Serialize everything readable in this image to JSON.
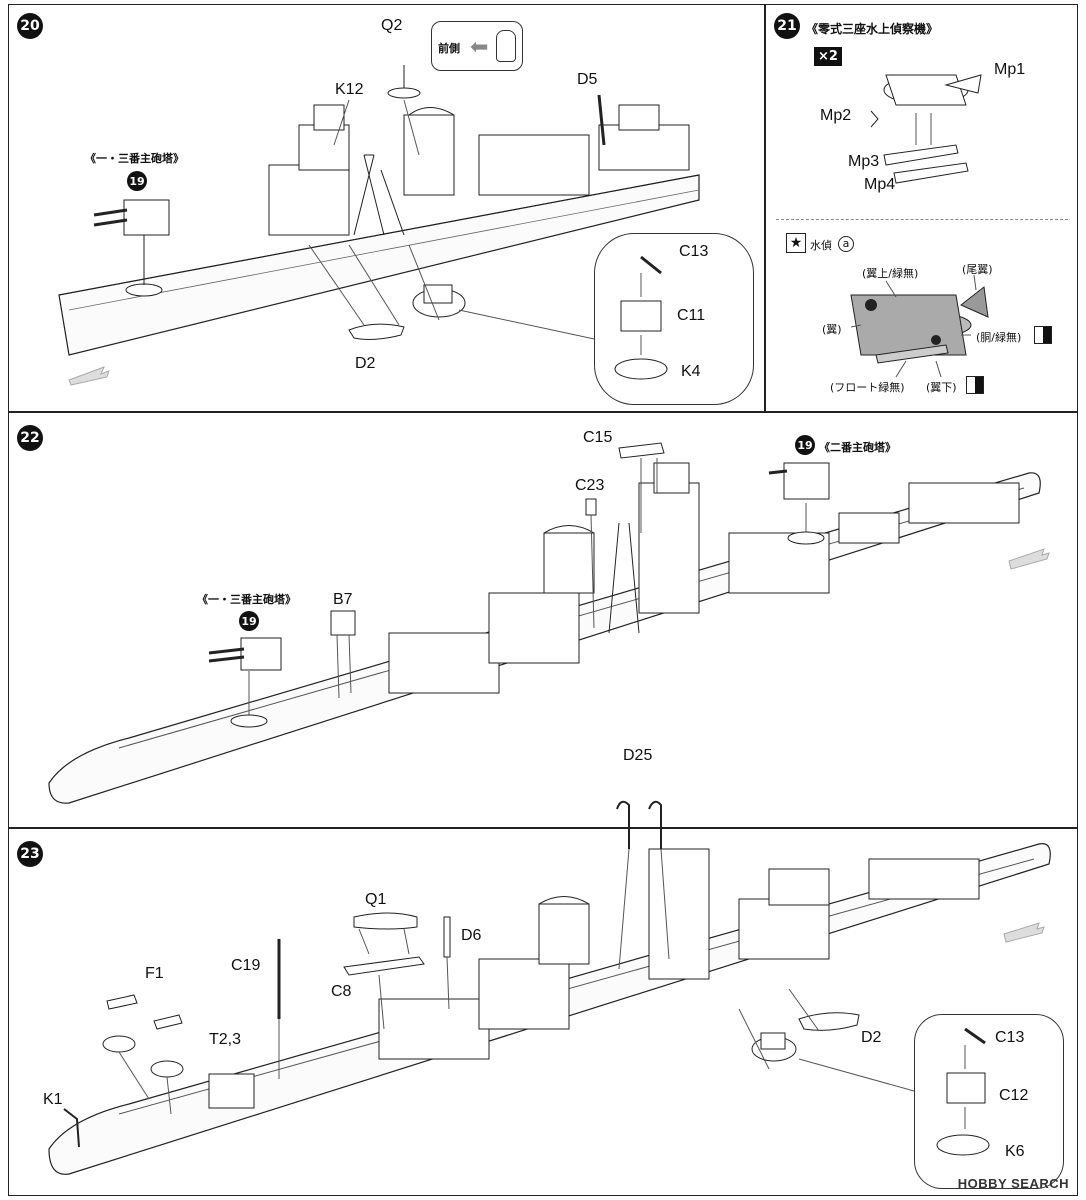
{
  "steps": {
    "s20": {
      "number": "20"
    },
    "s21": {
      "number": "21"
    },
    "s22": {
      "number": "22"
    },
    "s23": {
      "number": "23"
    }
  },
  "panel20": {
    "front_label": "前側",
    "turret_note": "《一・三番主砲塔》",
    "turret_ref": "19",
    "parts": {
      "q2": "Q2",
      "k12": "K12",
      "d5": "D5",
      "d2": "D2",
      "c13": "C13",
      "c11": "C11",
      "k4": "K4"
    }
  },
  "panel21": {
    "title": "《零式三座水上偵察機》",
    "multiplier": "×2",
    "parts": {
      "mp1": "Mp1",
      "mp2": "Mp2",
      "mp3": "Mp3",
      "mp4": "Mp4"
    },
    "paint": {
      "decal_note": "水偵",
      "decal_ref": "a",
      "wing_upper": "(翼上/緑無)",
      "tail": "(尾翼)",
      "wing": "(翼)",
      "fuselage": "(胴/緑無)",
      "float": "(フロート緑無)",
      "wing_lower": "(翼下)"
    }
  },
  "panel22": {
    "turret_note_front": "《一・三番主砲塔》",
    "turret_ref": "19",
    "turret_note_second": "《二番主砲塔》",
    "parts": {
      "c15": "C15",
      "c23": "C23",
      "b7": "B7"
    }
  },
  "panel23": {
    "parts": {
      "d25": "D25",
      "q1": "Q1",
      "d6": "D6",
      "c19": "C19",
      "c8": "C8",
      "f1": "F1",
      "t23": "T2,3",
      "k1": "K1",
      "d2": "D2",
      "c13": "C13",
      "c12": "C12",
      "k6": "K6"
    }
  },
  "watermark": "HOBBY SEARCH"
}
